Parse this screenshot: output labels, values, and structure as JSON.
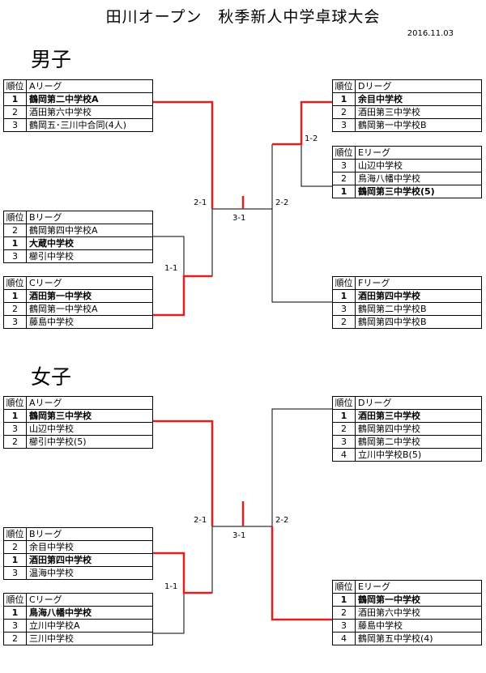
{
  "page": {
    "title": "田川オープン　秋季新人中学卓球大会",
    "date": "2016.11.03"
  },
  "colors": {
    "winner_line": "#e02020",
    "line": "#000000"
  },
  "boys": {
    "label": "男子",
    "rank_header": "順位",
    "leagues": {
      "A": {
        "name": "Aリーグ",
        "rows": [
          {
            "rank": "1",
            "team": "鶴岡第二中学校A"
          },
          {
            "rank": "2",
            "team": "酒田第六中学校"
          },
          {
            "rank": "3",
            "team": "鶴岡五･三川中合同(4人)"
          }
        ]
      },
      "B": {
        "name": "Bリーグ",
        "rows": [
          {
            "rank": "2",
            "team": "鶴岡第四中学校A"
          },
          {
            "rank": "1",
            "team": "大蔵中学校"
          },
          {
            "rank": "3",
            "team": "櫛引中学校"
          }
        ]
      },
      "C": {
        "name": "Cリーグ",
        "rows": [
          {
            "rank": "1",
            "team": "酒田第一中学校"
          },
          {
            "rank": "2",
            "team": "鶴岡第一中学校A"
          },
          {
            "rank": "3",
            "team": "藤島中学校"
          }
        ]
      },
      "D": {
        "name": "Dリーグ",
        "rows": [
          {
            "rank": "1",
            "team": "余目中学校"
          },
          {
            "rank": "2",
            "team": "酒田第三中学校"
          },
          {
            "rank": "3",
            "team": "鶴岡第一中学校B"
          }
        ]
      },
      "E": {
        "name": "Eリーグ",
        "rows": [
          {
            "rank": "3",
            "team": "山辺中学校"
          },
          {
            "rank": "2",
            "team": "鳥海八幡中学校"
          },
          {
            "rank": "1",
            "team": "鶴岡第三中学校(5)"
          }
        ]
      },
      "F": {
        "name": "Fリーグ",
        "rows": [
          {
            "rank": "1",
            "team": "酒田第四中学校"
          },
          {
            "rank": "3",
            "team": "鶴岡第二中学校B"
          },
          {
            "rank": "2",
            "team": "鶴岡第四中学校B"
          }
        ]
      }
    },
    "scores": {
      "bc": "1-1",
      "left": "2-1",
      "final": "3-1",
      "de": "1-2",
      "right": "2-2"
    }
  },
  "girls": {
    "label": "女子",
    "rank_header": "順位",
    "leagues": {
      "A": {
        "name": "Aリーグ",
        "rows": [
          {
            "rank": "1",
            "team": "鶴岡第三中学校"
          },
          {
            "rank": "3",
            "team": "山辺中学校"
          },
          {
            "rank": "2",
            "team": "櫛引中学校(5)"
          }
        ]
      },
      "B": {
        "name": "Bリーグ",
        "rows": [
          {
            "rank": "2",
            "team": "余目中学校"
          },
          {
            "rank": "1",
            "team": "酒田第四中学校"
          },
          {
            "rank": "3",
            "team": "温海中学校"
          }
        ]
      },
      "C": {
        "name": "Cリーグ",
        "rows": [
          {
            "rank": "1",
            "team": "鳥海八幡中学校"
          },
          {
            "rank": "3",
            "team": "立川中学校A"
          },
          {
            "rank": "2",
            "team": "三川中学校"
          }
        ]
      },
      "D": {
        "name": "Dリーグ",
        "rows": [
          {
            "rank": "1",
            "team": "酒田第三中学校"
          },
          {
            "rank": "2",
            "team": "鶴岡第四中学校"
          },
          {
            "rank": "3",
            "team": "鶴岡第二中学校"
          },
          {
            "rank": "4",
            "team": "立川中学校B(5)"
          }
        ]
      },
      "E": {
        "name": "Eリーグ",
        "rows": [
          {
            "rank": "1",
            "team": "鶴岡第一中学校"
          },
          {
            "rank": "2",
            "team": "酒田第六中学校"
          },
          {
            "rank": "3",
            "team": "藤島中学校"
          },
          {
            "rank": "4",
            "team": "鶴岡第五中学校(4)"
          }
        ]
      }
    },
    "scores": {
      "bc": "1-1",
      "left": "2-1",
      "final": "3-1",
      "right": "2-2"
    }
  }
}
